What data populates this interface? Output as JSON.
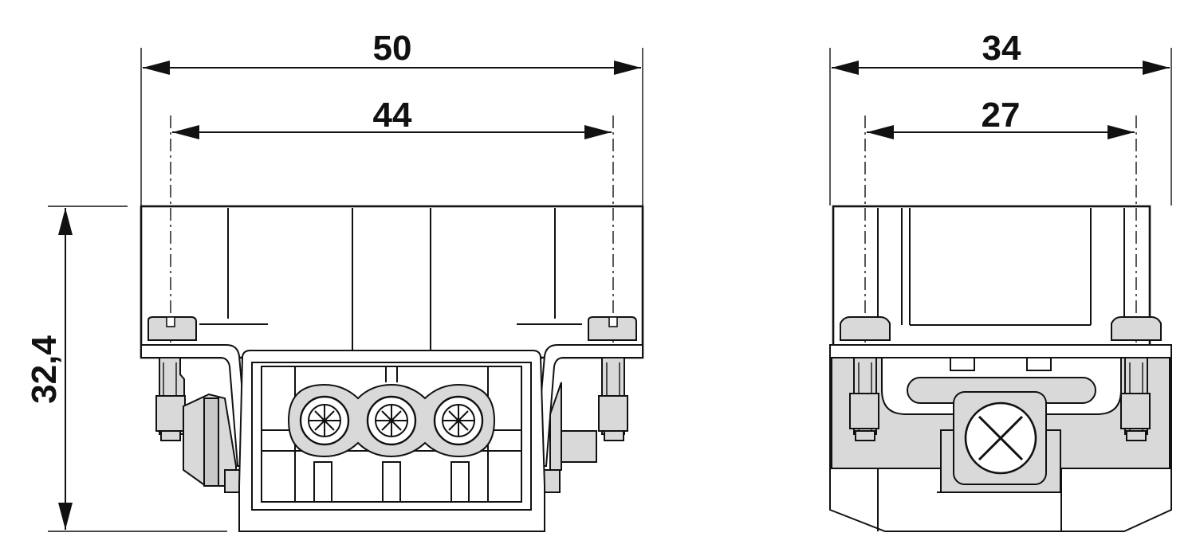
{
  "drawing": {
    "front_view": {
      "overall_width": "50",
      "mounting_distance": "44",
      "height": "32,4"
    },
    "side_view": {
      "overall_width": "34",
      "mounting_distance": "27"
    },
    "colors": {
      "line": "#111111",
      "part_fill": "#d9d9d9",
      "background": "#ffffff"
    }
  }
}
